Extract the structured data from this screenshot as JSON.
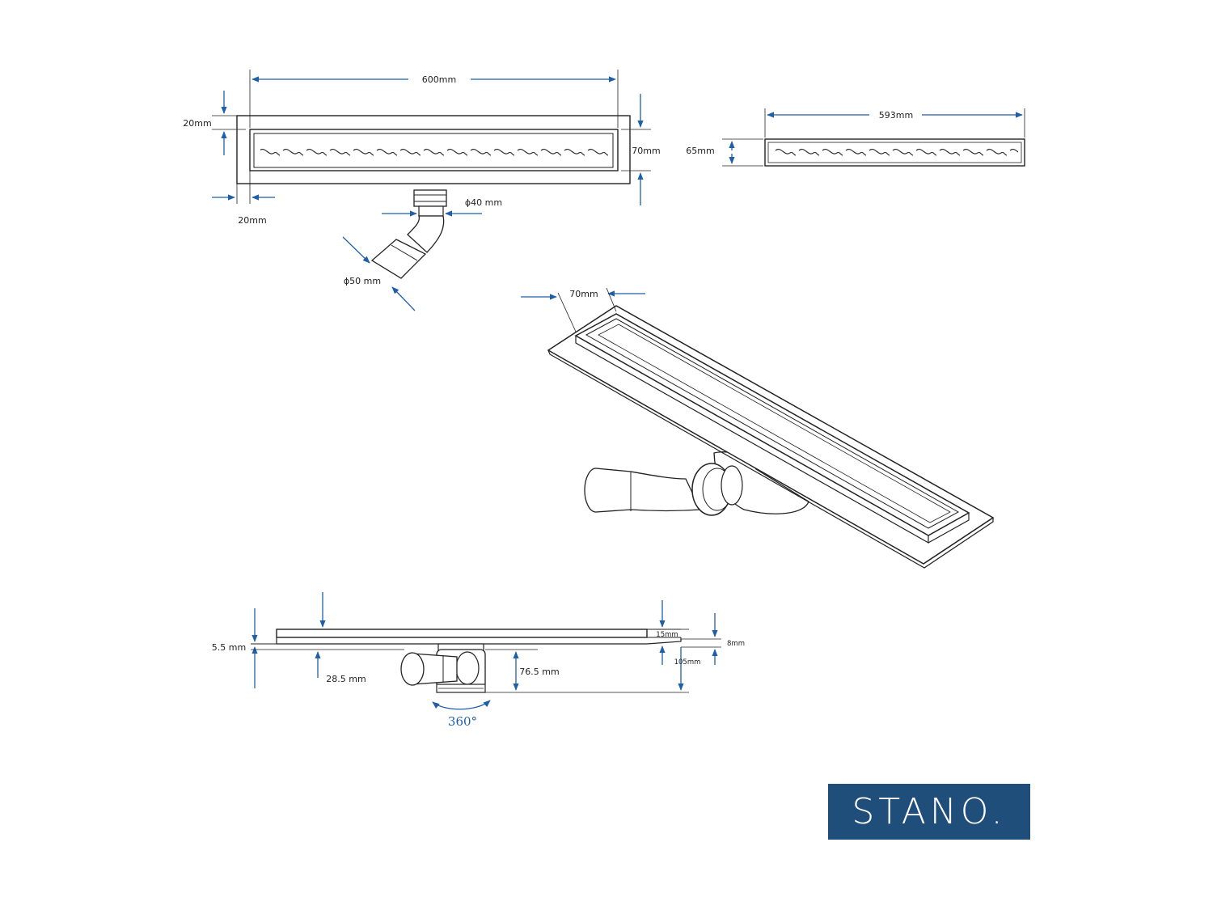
{
  "colors": {
    "dimension_arrow": "#1f5fa8",
    "line": "#222222",
    "logo_bg": "#1e4e79",
    "logo_text": "#ffffff"
  },
  "top_view": {
    "length": "600mm",
    "side_margin": "20mm",
    "top_margin": "20mm",
    "width": "70mm",
    "outlet_diameter": "ϕ40 mm",
    "pipe_diameter": "ϕ50 mm"
  },
  "grate_view": {
    "length": "593mm",
    "width": "65mm"
  },
  "iso_view": {
    "width": "70mm"
  },
  "side_view": {
    "flange_thickness": "5.5 mm",
    "outlet_height": "28.5 mm",
    "depth": "76.5 mm",
    "grate_height": "15mm",
    "frame_height": "8mm",
    "total_height": "105mm",
    "rotation": "360°"
  },
  "logo": {
    "text": "STANO."
  }
}
